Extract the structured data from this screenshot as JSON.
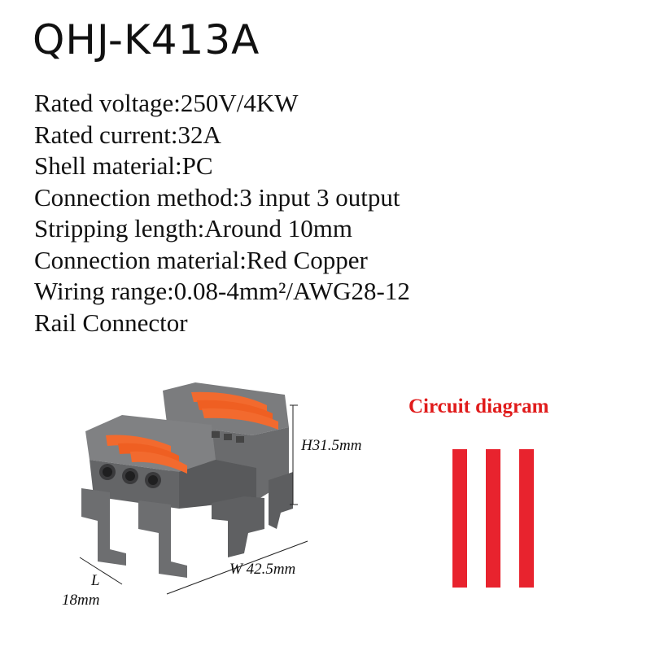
{
  "title": "QHJ-K413A",
  "specs": [
    "Rated voltage:250V/4KW",
    "Rated current:32A",
    "Shell material:PC",
    "Connection method:3 input 3 output",
    "Stripping length:Around 10mm",
    "Connection material:Red Copper",
    "Wiring range:0.08-4mm²/AWG28-12",
    "Rail Connector"
  ],
  "dimensions": {
    "height": "H31.5mm",
    "width": "W 42.5mm",
    "length_label": "L",
    "length_value": "18mm"
  },
  "diagram": {
    "title": "Circuit diagram",
    "lines": 3,
    "color": "#e8232e"
  },
  "colors": {
    "housing": "#6f7072",
    "lever": "#f26a2e",
    "accent_red": "#e01b1b"
  }
}
